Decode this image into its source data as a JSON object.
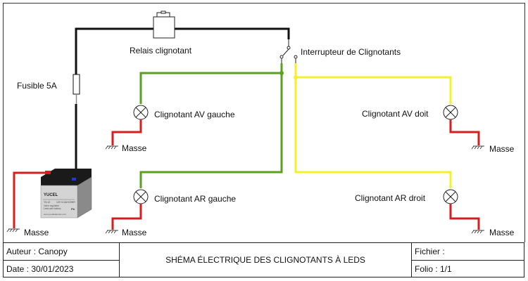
{
  "labels": {
    "fuse": "Fusible 5A",
    "relay": "Relais clignotant",
    "switch": "Interrupteur de Clignotants",
    "lamp_av_gauche": "Clignotant AV gauche",
    "lamp_ar_gauche": "Clignotant AR gauche",
    "lamp_av_droit": "Clignotant AV doit",
    "lamp_ar_droit": "Clignotant AR droit",
    "ground": "Masse"
  },
  "battery": {
    "brand": "YUCEL",
    "model": "Y5-12",
    "rating": "12V 5.0AH/20HR",
    "note1": "Valve regulated",
    "note2": "Lead-acid battery",
    "website": "www.yucelbatteries.com",
    "recycle_mark": "Pb"
  },
  "wire_colors": {
    "power": "#111111",
    "left": "#5aa01e",
    "right": "#f5f02a",
    "ground": "#d61e1e"
  },
  "cartouche": {
    "author": "Auteur : Canopy",
    "date": "Date : 30/01/2023",
    "title": "SHÉMA ÉLECTRIQUE DES CLIGNOTANTS À LEDS",
    "file": "Fichier :",
    "folio": "Folio : 1/1"
  }
}
